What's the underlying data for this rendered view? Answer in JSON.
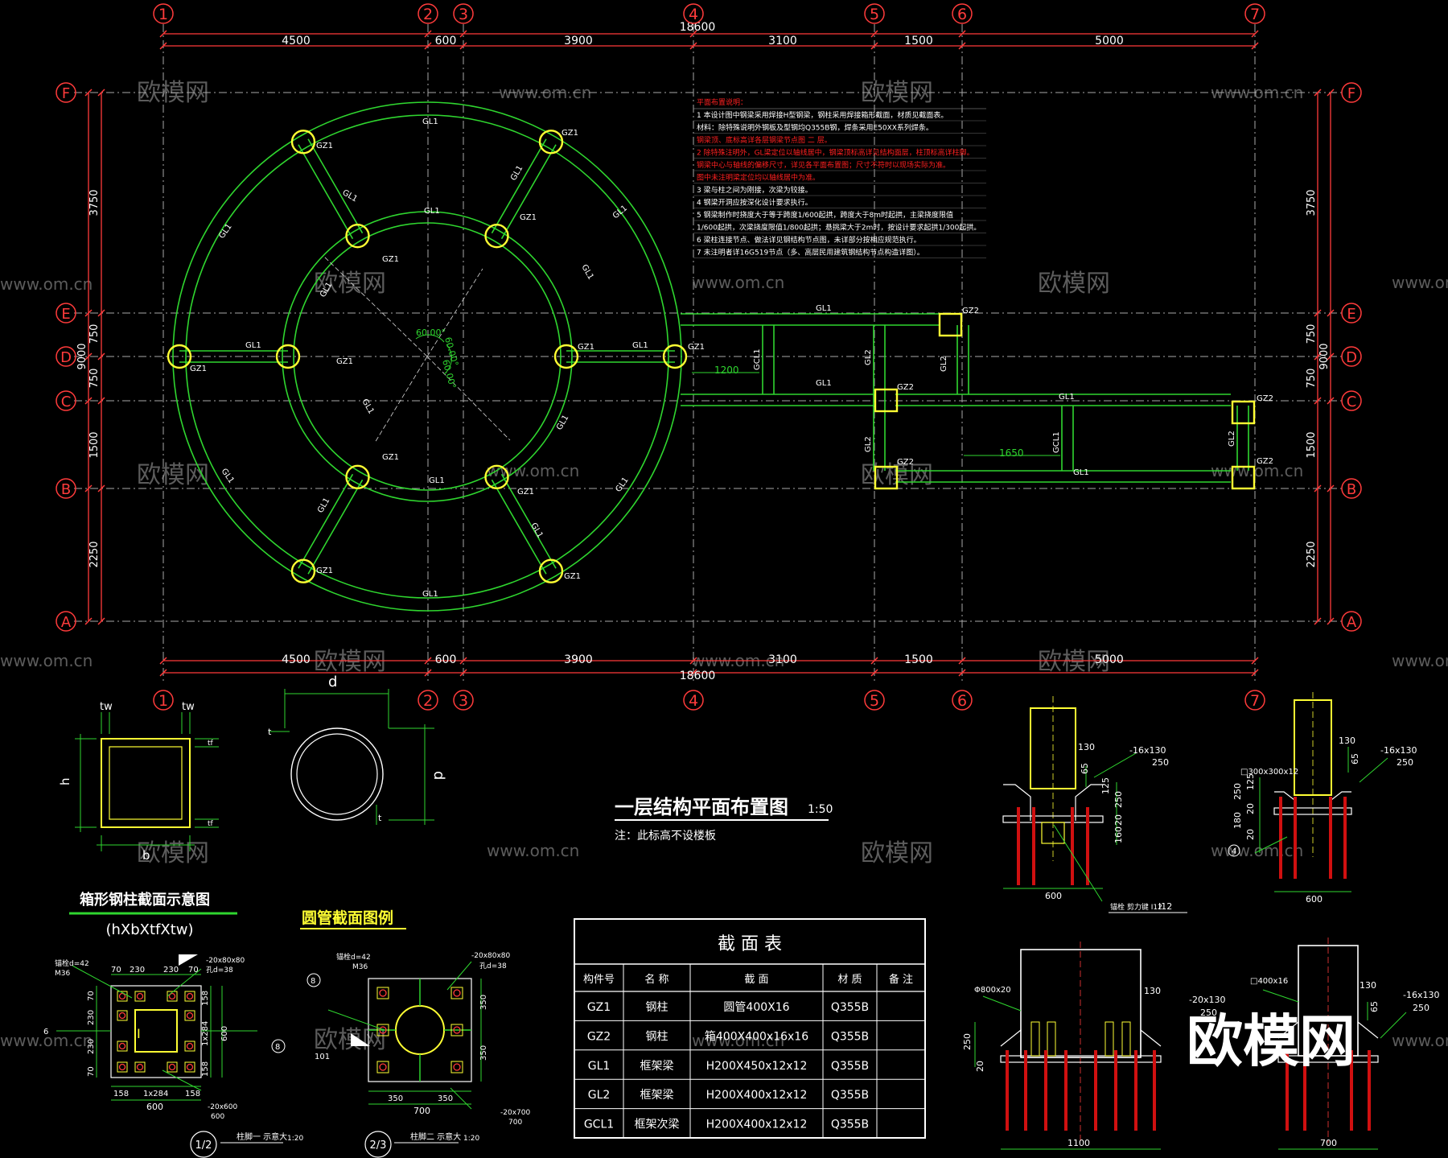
{
  "colors": {
    "background": "#000000",
    "dim_red": "#ff3b3b",
    "beam_green": "#2fd62f",
    "column_yellow": "#ffff33",
    "text_white": "#ffffff",
    "grid_grey": "#bfbfbf",
    "notes_red": "#ff2020",
    "bolt_red": "#d01010",
    "watermark": "#6b6b6b"
  },
  "grid_cols": [
    "1",
    "2",
    "3",
    "4",
    "5",
    "6",
    "7"
  ],
  "grid_rows": [
    "F",
    "E",
    "D",
    "C",
    "B",
    "A"
  ],
  "dims_top": [
    "4500",
    "600",
    "3900",
    "3100",
    "1500",
    "5000"
  ],
  "dims_total": "18600",
  "dims_left": [
    "3750",
    "750",
    "750",
    "1500",
    "2250"
  ],
  "dims_left_total": "9000",
  "member_labels": {
    "gz1": "GZ1",
    "gz2": "GZ2",
    "gl1": "GL1",
    "gl2": "GL2",
    "gcl1": "GCL1",
    "angle": "60.00°",
    "dim_1200": "1200",
    "dim_1650": "1650"
  },
  "notes": {
    "heading": "平面布置说明：",
    "lines": [
      "1  本设计图中钢梁采用焊接H型钢梁，钢柱采用焊接箱形截面，材质见截面表。",
      "   材料：除特殊说明外钢板及型钢均Q355B钢，焊条采用E50XX系列焊条。",
      "   钢梁顶、底标高详各层钢梁节点图 二 层。",
      "2  除特殊注明外，GL梁定位以轴线居中，钢梁顶标高详见结构面层，柱顶标高详柱脚。",
      "   钢梁中心与轴线的偏移尺寸，详见各平面布置图；尺寸不符时以现场实际为准。",
      "   图中未注明梁定位均以轴线居中为准。",
      "3  梁与柱之间为刚接，次梁为铰接。",
      "4  钢梁开洞应按深化设计要求执行。",
      "5  钢梁制作时挠度大于等于跨度1/600起拱，跨度大于8m时起拱，主梁挠度限值",
      "   1/600起拱，次梁挠度限值1/800起拱；悬挑梁大于2m时，按设计要求起拱1/300起拱。",
      "6  梁柱连接节点、做法详见钢结构节点图，未详部分按相应规范执行。",
      "7  未注明者详16G519节点（多、高层民用建筑钢结构节点构造详图）。"
    ]
  },
  "title": {
    "main": "一层结构平面布置图",
    "scale": "1:50",
    "note": "注：此标高不设楼板"
  },
  "box_section": {
    "tw": "tw",
    "h": "h",
    "b": "b",
    "tf": "tf",
    "title": "箱形钢柱截面示意图",
    "formula": "(hXbXtfXtw)"
  },
  "pipe_section": {
    "d": "d",
    "t": "t",
    "title": "圆管截面图例"
  },
  "details": {
    "d12": {
      "bolt": "锚栓d=42",
      "bolt_m": "M36",
      "plate1": "-20x80x80",
      "plate_d": "孔d=38",
      "dims_top": [
        "70",
        "230",
        "230",
        "70"
      ],
      "dims_side": [
        "70",
        "230",
        "230",
        "70"
      ],
      "dims_bottom": [
        "158",
        "1x284",
        "158"
      ],
      "total": "600",
      "side_total": "600",
      "plate_right": "1x284",
      "base": "-20x600",
      "base_w": "600",
      "label": "1/2",
      "caption": "柱脚一 示意大",
      "scale": "1:20",
      "marker_left": "6",
      "marker_right": "8",
      "icon_i": "I"
    },
    "d23": {
      "bolt": "锚栓d=42",
      "bolt_m": "M36",
      "plate1": "-20x80x80",
      "plate_d": "孔d=38",
      "dims_right": [
        "350",
        "350"
      ],
      "dims_bottom": [
        "350",
        "350"
      ],
      "total": "700",
      "base": "-20x700",
      "base_w": "700",
      "label": "2/3",
      "caption": "柱脚二 示意大",
      "scale": "1:20",
      "marker_left": "8",
      "marker_bottom": "101"
    },
    "elev1": {
      "d130": "130",
      "d65": "65",
      "plate": "-16x130",
      "p250": "250",
      "d250": "250",
      "d20": "20",
      "d160": "160",
      "w": "600",
      "note": "锚栓 剪力键 I12",
      "i12": "I12"
    },
    "elev2": {
      "d130": "130",
      "d65": "65",
      "plate": "-16x130",
      "p250": "250",
      "base": "□300x300x12",
      "d250": "250",
      "d125": "125",
      "d20": "20",
      "d180": "180",
      "d20b": "20",
      "w": "600",
      "marker": "4"
    },
    "elev3": {
      "pipe": "Φ800x20",
      "d130": "130",
      "plate": "-20x130",
      "p250": "250",
      "d250": "250",
      "d20": "20",
      "w": "1100"
    },
    "elev4": {
      "box": "□400x16",
      "d130": "130",
      "d65": "65",
      "plate": "-16x130",
      "p250": "250",
      "w": "700"
    }
  },
  "section_table": {
    "title": "截    面    表",
    "headers": [
      "构件号",
      "名  称",
      "截    面",
      "材  质",
      "备  注"
    ],
    "rows": [
      [
        "GZ1",
        "钢柱",
        "圆管400X16",
        "Q355B",
        ""
      ],
      [
        "GZ2",
        "钢柱",
        "箱400X400x16x16",
        "Q355B",
        ""
      ],
      [
        "GL1",
        "框架梁",
        "H200X450x12x12",
        "Q355B",
        ""
      ],
      [
        "GL2",
        "框架梁",
        "H200X400x12x12",
        "Q355B",
        ""
      ],
      [
        "GCL1",
        "框架次梁",
        "H200X400x12x12",
        "Q355B",
        ""
      ]
    ]
  },
  "watermark": {
    "site": "www.om.cn",
    "brand": "欧模网",
    "big": "欧模网"
  }
}
